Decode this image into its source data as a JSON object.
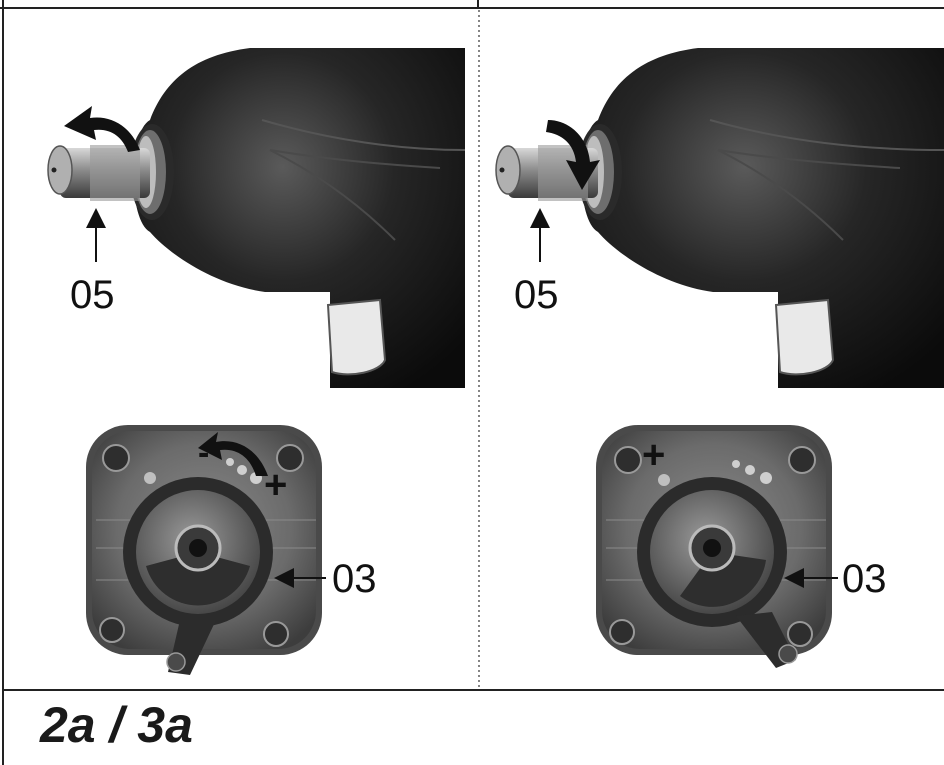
{
  "figure": {
    "title": "2a / 3a"
  },
  "panels": [
    {
      "id": "left",
      "rotation_arrow_direction": "counterclockwise",
      "callout_top": "05",
      "callout_bottom": "03",
      "dial_symbols": [
        "-",
        "+"
      ]
    },
    {
      "id": "right",
      "rotation_arrow_direction": "clockwise",
      "callout_top": "05",
      "callout_bottom": "03",
      "dial_symbols": [
        "+"
      ]
    }
  ]
}
